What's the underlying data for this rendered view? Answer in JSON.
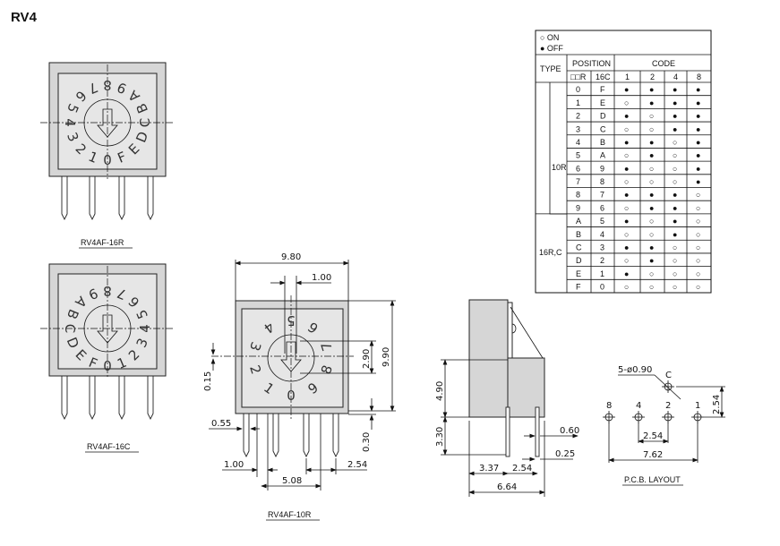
{
  "title": "RV4",
  "legend": {
    "on": "○ ON",
    "off": "● OFF"
  },
  "table": {
    "type_header": "TYPE",
    "position_header": "POSITION",
    "code_header": "CODE",
    "pos_cols": [
      "□□R",
      "16C"
    ],
    "code_cols": [
      "1",
      "2",
      "4",
      "8"
    ],
    "group_10r": "10R",
    "group_16rc": "16R,C",
    "rows": [
      {
        "r": "0",
        "c": "F",
        "code": [
          "●",
          "●",
          "●",
          "●"
        ]
      },
      {
        "r": "1",
        "c": "E",
        "code": [
          "○",
          "●",
          "●",
          "●"
        ]
      },
      {
        "r": "2",
        "c": "D",
        "code": [
          "●",
          "○",
          "●",
          "●"
        ]
      },
      {
        "r": "3",
        "c": "C",
        "code": [
          "○",
          "○",
          "●",
          "●"
        ]
      },
      {
        "r": "4",
        "c": "B",
        "code": [
          "●",
          "●",
          "○",
          "●"
        ]
      },
      {
        "r": "5",
        "c": "A",
        "code": [
          "○",
          "●",
          "○",
          "●"
        ]
      },
      {
        "r": "6",
        "c": "9",
        "code": [
          "●",
          "○",
          "○",
          "●"
        ]
      },
      {
        "r": "7",
        "c": "8",
        "code": [
          "○",
          "○",
          "○",
          "●"
        ]
      },
      {
        "r": "8",
        "c": "7",
        "code": [
          "●",
          "●",
          "●",
          "○"
        ]
      },
      {
        "r": "9",
        "c": "6",
        "code": [
          "○",
          "●",
          "●",
          "○"
        ]
      },
      {
        "r": "A",
        "c": "5",
        "code": [
          "●",
          "○",
          "●",
          "○"
        ]
      },
      {
        "r": "B",
        "c": "4",
        "code": [
          "○",
          "○",
          "●",
          "○"
        ]
      },
      {
        "r": "C",
        "c": "3",
        "code": [
          "●",
          "●",
          "○",
          "○"
        ]
      },
      {
        "r": "D",
        "c": "2",
        "code": [
          "○",
          "●",
          "○",
          "○"
        ]
      },
      {
        "r": "E",
        "c": "1",
        "code": [
          "●",
          "○",
          "○",
          "○"
        ]
      },
      {
        "r": "F",
        "c": "0",
        "code": [
          "○",
          "○",
          "○",
          "○"
        ]
      }
    ]
  },
  "views": {
    "rv4af_16r": {
      "label": "RV4AF-16R",
      "dial": [
        "0",
        "1",
        "2",
        "3",
        "4",
        "5",
        "6",
        "7",
        "8",
        "9",
        "A",
        "B",
        "C",
        "D",
        "E",
        "F"
      ]
    },
    "rv4af_16c": {
      "label": "RV4AF-16C",
      "dial": [
        "0",
        "F",
        "E",
        "D",
        "C",
        "B",
        "A",
        "9",
        "8",
        "7",
        "6",
        "5",
        "4",
        "3",
        "2",
        "1"
      ]
    },
    "rv4af_10r": {
      "label": "RV4AF-10R",
      "dial": [
        "0",
        "1",
        "2",
        "3",
        "4",
        "5",
        "6",
        "7",
        "8",
        "9"
      ]
    },
    "pcb": {
      "label": "P.C.B.  LAYOUT",
      "hole_note": "5-ø0.90",
      "hole_labels": [
        "8",
        "4",
        "2",
        "1",
        "C"
      ]
    }
  },
  "dimensions": {
    "width": "9.80",
    "shaft": "1.00",
    "height": "9.90",
    "knob": "2.90",
    "offset": "0.15",
    "pin_w": "0.55",
    "standoff": "0.30",
    "edge": "1.00",
    "pitch2": "5.08",
    "pitch": "2.54",
    "side_h": "4.90",
    "lead": "3.30",
    "pin_t": "0.60",
    "pin_tip": "0.25",
    "side_a": "3.37",
    "side_b": "2.54",
    "side_total": "6.64",
    "pcb_v": "2.54",
    "pcb_pitch": "2.54",
    "pcb_total": "7.62"
  }
}
